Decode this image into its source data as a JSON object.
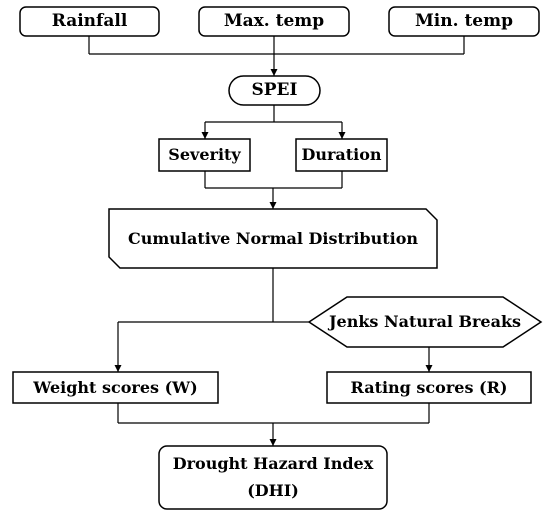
{
  "diagram": {
    "colors": {
      "stroke": "#000000",
      "fill": "#ffffff",
      "text": "#000000"
    },
    "inputs": {
      "rainfall": "Rainfall",
      "max_temp": "Max. temp",
      "min_temp": "Min. temp"
    },
    "spei": "SPEI",
    "severity": "Severity",
    "duration": "Duration",
    "cumulative_normal_distribution": "Cumulative Normal Distribution",
    "jenks_natural_breaks": "Jenks Natural Breaks",
    "weight_scores": "Weight scores (W)",
    "rating_scores": "Rating scores (R)",
    "dhi": {
      "line1": "Drought Hazard Index",
      "line2": "(DHI)"
    }
  }
}
